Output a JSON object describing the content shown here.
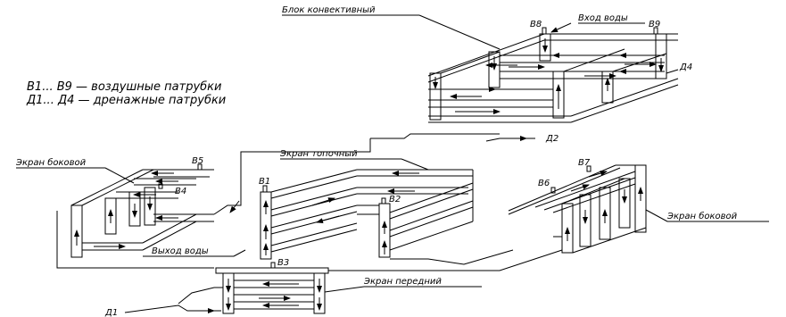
{
  "legend": {
    "air_vents": "В1... В9  —  воздушные патрубки",
    "drain_vents": "Д1... Д4  —  дренажные патрубки"
  },
  "labels": {
    "convective_block": "Блок конвективный",
    "water_inlet": "Вход воды",
    "water_outlet": "Выход воды",
    "side_screen_left": "Экран боковой",
    "furnace_screen": "Экран топочный",
    "side_screen_right": "Экран боковой",
    "front_screen": "Экран передний"
  },
  "vents": [
    "В1",
    "В2",
    "В3",
    "В4",
    "В5",
    "В6",
    "В7",
    "В8",
    "В9"
  ],
  "drains": [
    "Д1",
    "Д2",
    "Д4"
  ]
}
